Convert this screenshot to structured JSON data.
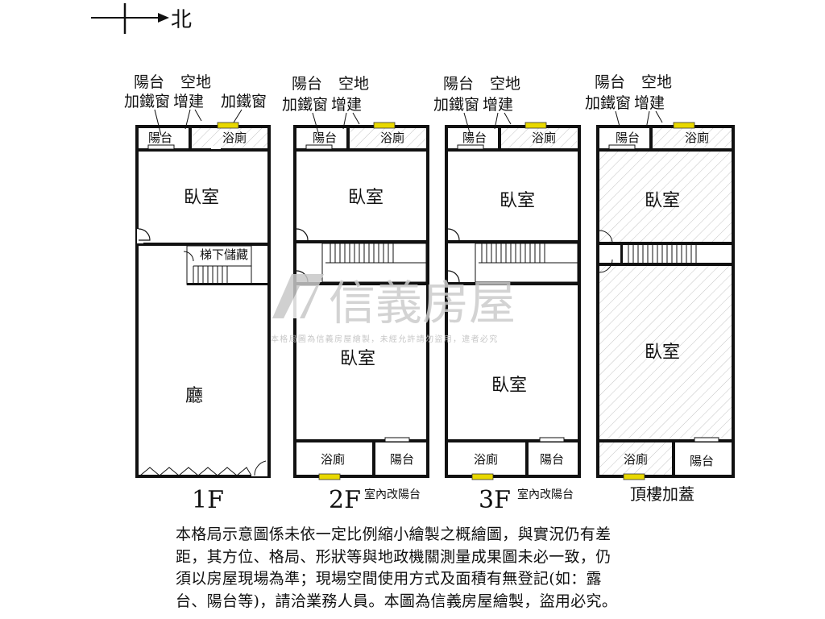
{
  "compass": {
    "direction_label": "北"
  },
  "floors": [
    {
      "id": "1f",
      "floor_label": "1F",
      "top_annotations": {
        "balcony": "陽台",
        "vacant_land": "空地",
        "iron_window": "加鐵窗",
        "extension": "增建",
        "iron_window_right": "加鐵窗"
      },
      "rooms": {
        "front_balcony": "陽台",
        "front_bath": "浴廁",
        "bedroom": "臥室",
        "under_stair_storage": "梯下儲藏",
        "living_room": "廳"
      }
    },
    {
      "id": "2f",
      "floor_label": "2F",
      "note": "室內改陽台",
      "top_annotations": {
        "balcony": "陽台",
        "vacant_land": "空地",
        "iron_window": "加鐵窗",
        "extension": "增建"
      },
      "rooms": {
        "front_balcony": "陽台",
        "front_bath": "浴廁",
        "bedroom_top": "臥室",
        "bedroom_bottom": "臥室",
        "rear_bath": "浴廁",
        "rear_balcony": "陽台"
      }
    },
    {
      "id": "3f",
      "floor_label": "3F",
      "note": "室內改陽台",
      "top_annotations": {
        "balcony": "陽台",
        "vacant_land": "空地",
        "iron_window": "加鐵窗",
        "extension": "增建"
      },
      "rooms": {
        "front_balcony": "陽台",
        "front_bath": "浴廁",
        "bedroom_top": "臥室",
        "bedroom_bottom": "臥室",
        "rear_bath": "浴廁",
        "rear_balcony": "陽台"
      }
    },
    {
      "id": "roof",
      "floor_label": "頂樓加蓋",
      "top_annotations": {
        "balcony": "陽台",
        "vacant_land": "空地",
        "iron_window": "加鐵窗",
        "extension": "增建"
      },
      "rooms": {
        "front_balcony": "陽台",
        "front_bath": "浴廁",
        "bedroom_top": "臥室",
        "bedroom_bottom": "臥室",
        "rear_bath": "浴廁",
        "rear_balcony": "陽台"
      }
    }
  ],
  "watermark": {
    "brand": "信義房屋",
    "notice": "本格局圖為信義房屋繪製，未經允許請勿盜用，違者必究"
  },
  "disclaimer": "本格局示意圖係未依一定比例縮小繪製之概繪圖，與實況仍有差\n距，其方位、格局、形狀等與地政機關測量成果圖未必一致，仍\n須以房屋現場為準；現場空間使用方式及面積有無登記(如：露\n台、陽台等)，請洽業務人員。本圖為信義房屋繪製，盜用必究。",
  "colors": {
    "wall": "#111111",
    "window_marker": "#e8d800",
    "watermark": "#cfcfcf",
    "hatch": "#bdbdbd"
  }
}
